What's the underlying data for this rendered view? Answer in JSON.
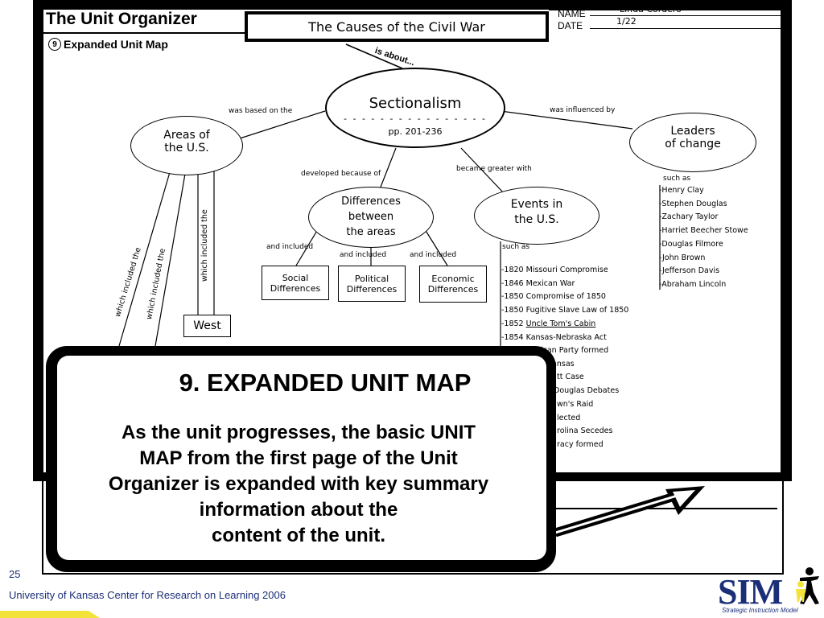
{
  "header": {
    "organizer_title": "The Unit Organizer",
    "unit_topic": "The Causes of the Civil War",
    "map_number": "9",
    "map_label": "Expanded Unit Map",
    "name_label": "NAME",
    "name_value": "Linda Cordero",
    "date_label": "DATE",
    "date_value": "1/22"
  },
  "map": {
    "is_about": "is about...",
    "center": {
      "title": "Sectionalism",
      "pages": "pp. 201-236"
    },
    "left_node": {
      "line1": "Areas of",
      "line2": "the U.S."
    },
    "right_node": {
      "line1": "Leaders",
      "line2": "of change"
    },
    "mid_left_node": {
      "line1": "Differences",
      "line2": "between",
      "line3": "the areas"
    },
    "mid_right_node": {
      "line1": "Events in",
      "line2": "the U.S."
    },
    "links": {
      "based_on": "was based on the",
      "influenced_by": "was influenced by",
      "developed_because": "developed because of",
      "became_greater": "became greater with",
      "and_included_1": "and included",
      "and_included_2": "and included",
      "and_included_3": "and included",
      "such_as_events": "such as",
      "such_as_leaders": "such as",
      "which_included_1": "which included the",
      "which_included_2": "which included the",
      "which_included_3": "which included the"
    },
    "differences": {
      "social": {
        "line1": "Social",
        "line2": "Differences"
      },
      "political": {
        "line1": "Political",
        "line2": "Differences"
      },
      "economic": {
        "line1": "Economic",
        "line2": "Differences"
      }
    },
    "region_west": "West",
    "leaders": [
      "-Henry Clay",
      "-Stephen Douglas",
      "-Zachary Taylor",
      "-Harriet Beecher Stowe",
      "-Douglas Filmore",
      "-John Brown",
      "-Jefferson Davis",
      "-Abraham Lincoln"
    ],
    "events": [
      {
        "prefix": "-1820 ",
        "text": "Missouri Compromise"
      },
      {
        "prefix": "-1846 ",
        "text": "Mexican War"
      },
      {
        "prefix": "-1850 ",
        "text": "Compromise of 1850"
      },
      {
        "prefix": "-1850 ",
        "text": "Fugitive Slave Law of 1850"
      },
      {
        "prefix": "-1852 ",
        "text": "Uncle Tom's Cabin"
      },
      {
        "prefix": "-1854 ",
        "text": "Kansas-Nebraska Act"
      },
      {
        "prefix": "",
        "text": "ican Party formed"
      },
      {
        "prefix": "",
        "text": "Kansas"
      },
      {
        "prefix": "",
        "text": "tt Case"
      },
      {
        "prefix": "",
        "text": "Douglas Debates"
      },
      {
        "prefix": "",
        "text": "wn's Raid"
      },
      {
        "prefix": "",
        "text": "lected"
      },
      {
        "prefix": "",
        "text": "rolina Secedes"
      },
      {
        "prefix": "",
        "text": "racy formed"
      }
    ]
  },
  "callout": {
    "title": "9. EXPANDED UNIT MAP",
    "body_line1": "As the unit progresses, the basic UNIT",
    "body_line2": "MAP from the first page of the Unit",
    "body_line3": "Organizer is expanded with key summary",
    "body_line4": "information about the",
    "body_line5": "content of the unit."
  },
  "footer": {
    "slide_number": "25",
    "credit": "University of Kansas Center for Research on Learning  2006",
    "logo_text": "SIM",
    "logo_sub": "Strategic Instruction Model"
  },
  "colors": {
    "footer_blue": "#1b2f78",
    "accent_yellow": "#f3e23a"
  }
}
